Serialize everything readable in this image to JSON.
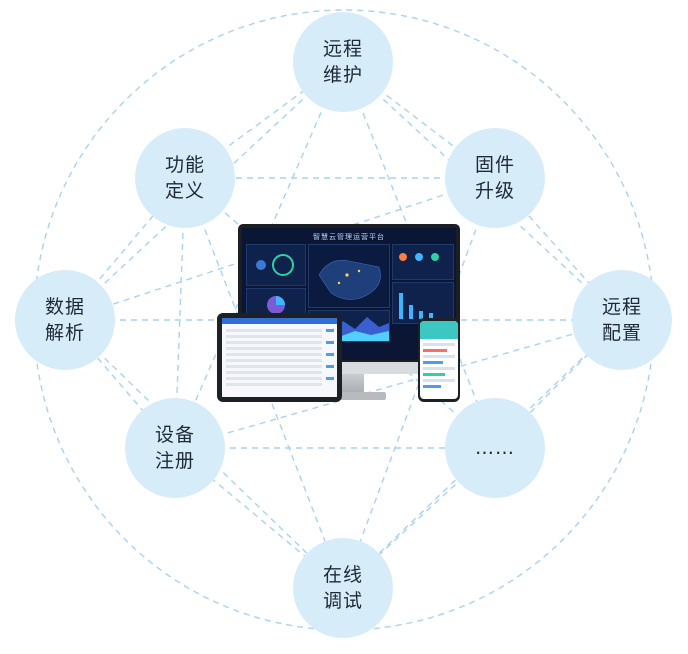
{
  "colors": {
    "node_fill": "#d7ecf9",
    "line": "#a9d2ef",
    "text": "#1e2a36"
  },
  "nodes": {
    "remote_maintenance": {
      "line1": "远程",
      "line2": "维护"
    },
    "firmware_upgrade": {
      "line1": "固件",
      "line2": "升级"
    },
    "remote_config": {
      "line1": "远程",
      "line2": "配置"
    },
    "more": {
      "line1": "……"
    },
    "online_debug": {
      "line1": "在线",
      "line2": "调试"
    },
    "device_register": {
      "line1": "设备",
      "line2": "注册"
    },
    "data_analysis": {
      "line1": "数据",
      "line2": "解析"
    },
    "function_define": {
      "line1": "功能",
      "line2": "定义"
    }
  },
  "devices": {
    "monitor_title": "智慧云管理运营平台"
  }
}
